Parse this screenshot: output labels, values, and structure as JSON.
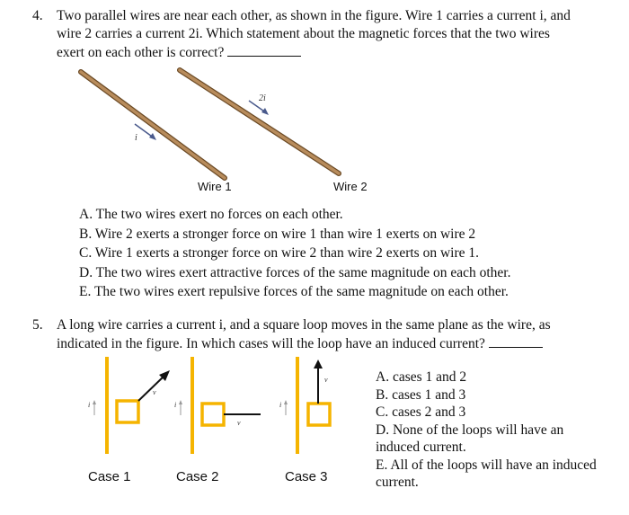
{
  "q4": {
    "number": "4.",
    "lines": [
      "Two parallel wires are near each other, as shown in the figure. Wire 1 carries a current i, and",
      "wire 2 carries a current 2i. Which statement about the magnetic forces that the two wires",
      "exert on each other is correct?"
    ],
    "figure": {
      "wire1_label": "Wire 1",
      "wire2_label": "Wire 2",
      "current1": "i",
      "current2": "2i",
      "wire_color": "#a0794a"
    },
    "options": [
      "A. The two wires exert no forces on each other.",
      "B. Wire 2 exerts a stronger force on wire 1 than wire 1 exerts on wire 2",
      "C. Wire 1 exerts a stronger force on wire 2 than wire 2 exerts on wire 1.",
      "D. The two wires exert attractive forces of the same magnitude on each other.",
      "E. The two wires exert repulsive forces of the same magnitude on each other."
    ]
  },
  "q5": {
    "number": "5.",
    "lines": [
      "A long wire carries a current i, and a square loop moves in the same plane as the wire, as",
      "indicated in the figure. In which cases will the loop have an induced current?"
    ],
    "figure": {
      "cases": [
        "Case 1",
        "Case 2",
        "Case 3"
      ],
      "current_label": "i",
      "velocity_label": "v",
      "wire_color": "#f5b400"
    },
    "options": [
      "A. cases 1 and 2",
      "B. cases 1 and 3",
      "C. cases 2 and 3",
      "D. None of the loops will have an",
      "induced current.",
      "E. All of the loops will have an induced",
      "current."
    ]
  }
}
